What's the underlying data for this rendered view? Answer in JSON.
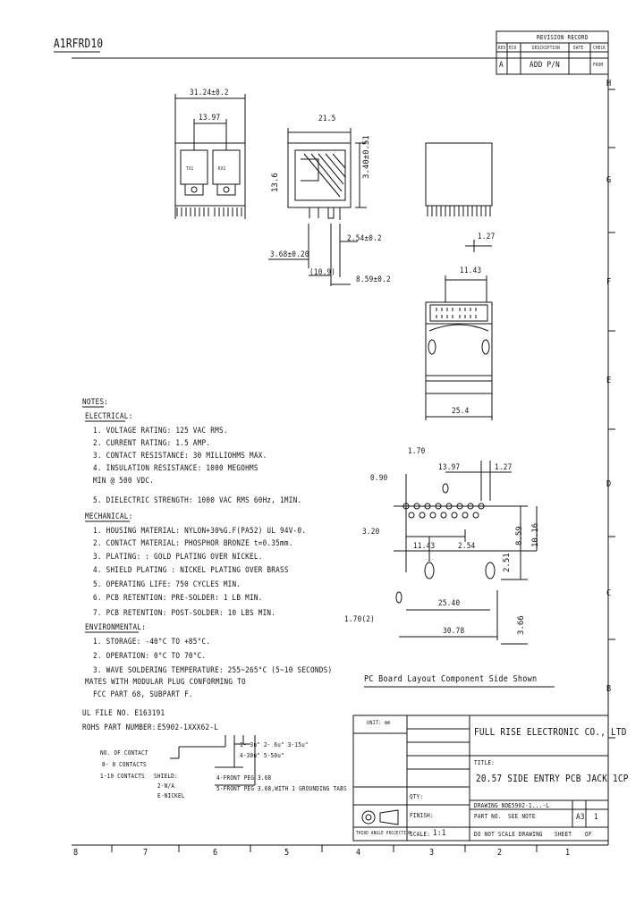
{
  "doc_id": "A1RFRD10",
  "revision": {
    "title": "REVISION RECORD",
    "headers": [
      "REV",
      "ECO",
      "DESCRIPTION",
      "DATE",
      "CHECK"
    ],
    "row": {
      "rev": "A",
      "desc": "ADD P/N",
      "appr": "FROM"
    }
  },
  "side_letters": [
    "H",
    "G",
    "F",
    "E",
    "D",
    "C",
    "B"
  ],
  "bottom_numbers": [
    "8",
    "7",
    "6",
    "5",
    "4",
    "3",
    "2",
    "1"
  ],
  "dims_top": {
    "d1": "31.24±0.2",
    "d2": "13.97",
    "d3": "21.5",
    "d4": "13.6",
    "d5": "3.40±0.51",
    "d6": "2.54±0.2",
    "d7": "3.68±0.20",
    "d8": "(10.9)",
    "d9": "8.59±0.2",
    "d10": "1.27",
    "d11": "11.43",
    "d12": "25.4"
  },
  "port_labels": [
    "TX1",
    "RX1"
  ],
  "pcb": {
    "d_170": "1.70",
    "d_090": "0.90",
    "d_1397": "13.97",
    "d_127": "1.27",
    "d_320": "3.20",
    "d_1143": "11.43",
    "d_254": "2.54",
    "d_859": "8.59",
    "d_1016": "10.16",
    "d_251": "2.51",
    "d_366": "3.66",
    "d_2540": "25.40",
    "d_170_2": "1.70(2)",
    "d_3078": "30.78",
    "caption": "PC Board Layout Component Side Shown"
  },
  "notes": {
    "header": "NOTES:",
    "electrical_header": "ELECTRICAL:",
    "electrical": [
      "1. VOLTAGE RATING: 125 VAC RMS.",
      "2. CURRENT RATING: 1.5 AMP.",
      "3. CONTACT RESISTANCE: 30 MILLIOHMS MAX.",
      "4. INSULATION RESISTANCE: 1000 MEGOHMS",
      "   MIN @ 500 VDC.",
      "5. DIELECTRIC STRENGTH: 1000 VAC RMS 60Hz, 1MIN."
    ],
    "mechanical_header": "MECHANICAL:",
    "mechanical": [
      "1. HOUSING MATERIAL: NYLON+30%G.F(PA52)   UL 94V-0.",
      "2. CONTACT MATERIAL: PHOSPHOR BRONZE t=0.35mm.",
      "3. PLATING:       : GOLD PLATING OVER NICKEL.",
      "4. SHIELD PLATING   : NICKEL PLATING OVER BRASS",
      "5. OPERATING LIFE: 750 CYCLES MIN.",
      "6. PCB RETENTION: PRE-SOLDER: 1 LB MIN.",
      "7. PCB RETENTION: POST-SOLDER: 10 LBS MIN."
    ],
    "environmental_header": "ENVIRONMENTAL:",
    "environmental": [
      "1. STORAGE: -40°C TO +85°C.",
      "2. OPERATION: 0°C TO 70°C.",
      "3. WAVE SOLDERING TEMPERATURE: 255~265°C (5~10 SECONDS)"
    ],
    "mates": "MATES WITH MODULAR PLUG CONFORMING TO",
    "fcc": "FCC PART 68, SUBPART F.",
    "ul": "UL FILE NO. E163191"
  },
  "part_number": {
    "rohs": "ROHS  PART NUMBER:",
    "value": "E5902-1XXX62-L",
    "contacts_title": "NO. OF CONTACT",
    "contacts_opts": [
      "8- 8 CONTACTS",
      "1-10 CONTACTS"
    ],
    "shield_title": "SHIELD:",
    "shield_opts": [
      "2-N/A",
      "E-NICKEL"
    ],
    "plating_opts": [
      "1- 3u\"  2- 6u\"  3-15u\"",
      "4-30u\"  5-50u\""
    ],
    "pegs": [
      "4-FRONT PEG 3.68",
      "5-FRONT PEG 3.68,WITH 1 GROUNDING TABS"
    ]
  },
  "title_block": {
    "company": "FULL RISE ELECTRONIC CO., LTD",
    "title_label": "TITLE:",
    "title": "20.57 SIDE ENTRY PCB JACK 1CP",
    "drawing_no_label": "DRAWING NO.",
    "drawing_no": "E5902-1...-L",
    "part_no_label": "PART NO.",
    "part_no": "SEE NOTE",
    "size": "A3",
    "rev": "1",
    "scale_label": "SCALE:",
    "scale": "1:1",
    "qty_label": "QTY:",
    "finish_label": "FINISH:",
    "dont_scale": "DO NOT SCALE DRAWING",
    "sheet_label": "SHEET",
    "of_label": "OF",
    "projection_label": "THIRD ANGLE PROJECTION",
    "unit_label": "UNIT: mm"
  }
}
